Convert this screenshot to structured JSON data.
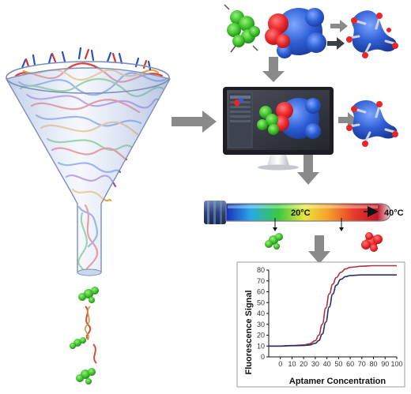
{
  "tube": {
    "temp_low": "20°C",
    "temp_high": "40°C"
  },
  "colors": {
    "protein_red": "#e8262a",
    "protein_blue": "#2f5fd6",
    "ligand_green": "#3bbf2a",
    "arrow_gray": "#8a8a8a",
    "funnel": "#c9d6ee",
    "curve_red": "#a8323e",
    "curve_navy": "#2a2f6b"
  },
  "icons": [
    "funnel-icon",
    "dna-strand-icon",
    "protein-complex-icon",
    "computer-monitor-icon",
    "test-tube-icon",
    "fluorescence-curve-icon"
  ],
  "chart_data": {
    "type": "line",
    "xlabel": "Aptamer Concentration",
    "ylabel": "Fluorescence Signal",
    "xlim": [
      -10,
      100
    ],
    "ylim": [
      0,
      80
    ],
    "xticks": [
      "0",
      "10",
      "20",
      "30",
      "40",
      "50",
      "60",
      "70",
      "80",
      "90",
      "100"
    ],
    "yticks": [
      "0",
      "10",
      "20",
      "30",
      "40",
      "50",
      "60",
      "70",
      "80"
    ],
    "x": [
      -10,
      0,
      10,
      20,
      25,
      30,
      33,
      36,
      39,
      42,
      45,
      48,
      52,
      56,
      60,
      70,
      80,
      90,
      100
    ],
    "series": [
      {
        "values": [
          10,
          10,
          10.5,
          11,
          12,
          15,
          20,
          30,
          45,
          58,
          67,
          73,
          78,
          81,
          82.5,
          83.5,
          84,
          84,
          84
        ]
      },
      {
        "values": [
          10,
          10,
          10.3,
          10.5,
          11,
          12.5,
          15,
          21,
          32,
          46,
          58,
          66,
          71.5,
          74,
          75,
          75.5,
          75.5,
          75.5,
          75.5
        ]
      }
    ]
  }
}
